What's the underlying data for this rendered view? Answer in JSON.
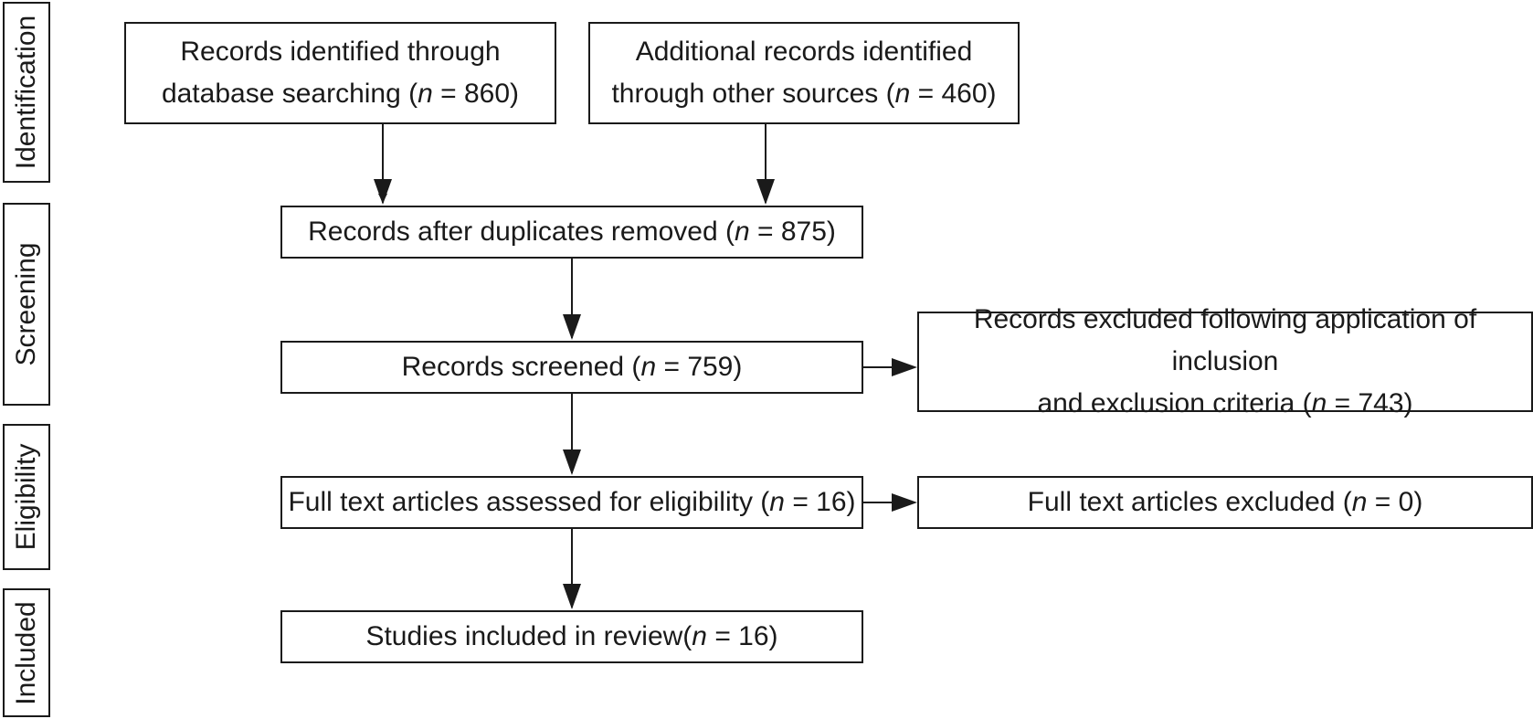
{
  "stages": {
    "identification": "Identification",
    "screening": "Screening",
    "eligibility": "Eligibility",
    "included": "Included"
  },
  "boxes": {
    "database": {
      "line1": "Records identified through",
      "line2_pre": "database searching (",
      "n": "n",
      "eq": " = 860)"
    },
    "other_sources": {
      "line1": "Additional records identified",
      "line2_pre": "through other sources (",
      "n": "n",
      "eq": " = 460)"
    },
    "after_duplicates": {
      "pre": "Records after duplicates removed (",
      "n": "n",
      "eq": " = 875)"
    },
    "screened": {
      "pre": "Records screened (",
      "n": "n",
      "eq": " = 759)"
    },
    "excluded_criteria": {
      "line1": "Records excluded following application of inclusion",
      "line2_pre": "and exclusion criteria (",
      "n": "n",
      "eq": " = 743)"
    },
    "full_text": {
      "pre": "Full text articles assessed for eligibility (",
      "n": "n",
      "eq": " = 16)"
    },
    "full_text_excluded": {
      "pre": "Full text articles excluded (",
      "n": "n",
      "eq": " = 0)"
    },
    "included": {
      "pre": "Studies included in review(",
      "n": "n",
      "eq": " = 16)"
    }
  }
}
